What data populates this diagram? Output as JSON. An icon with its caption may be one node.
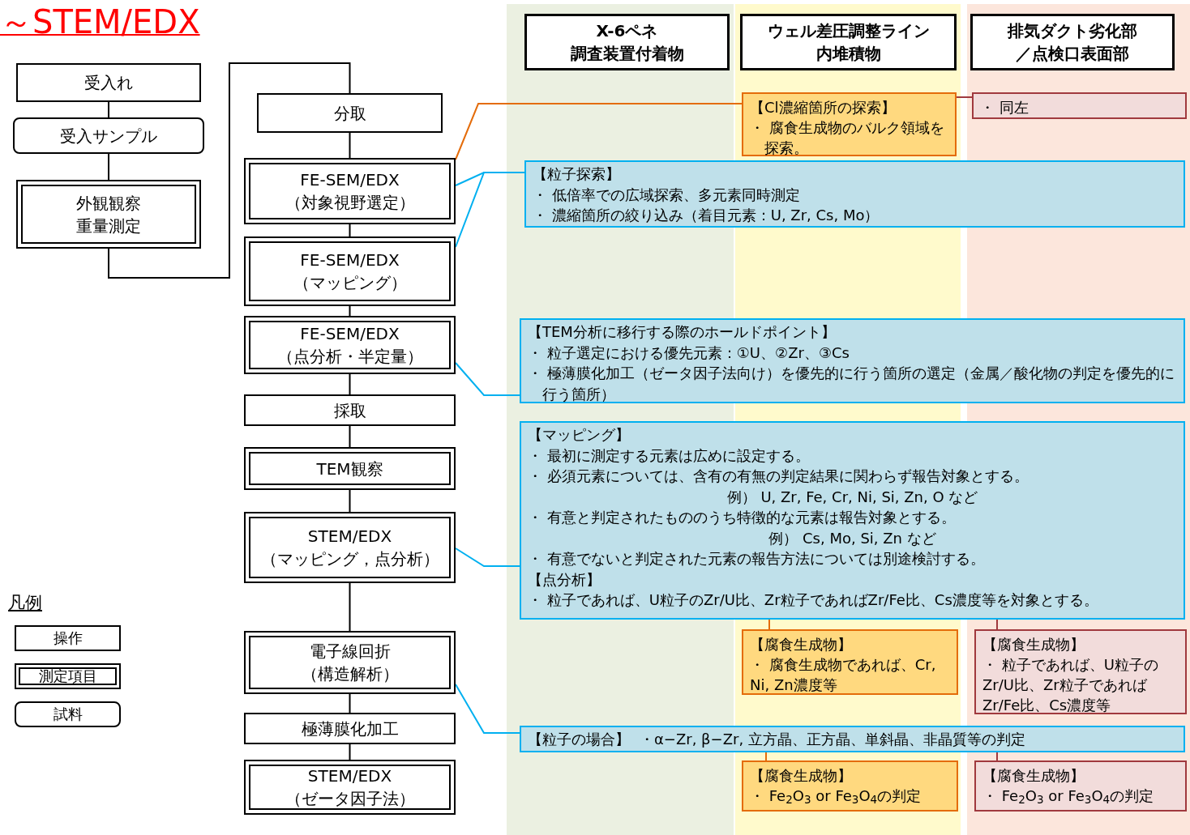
{
  "diagram": {
    "title": "～STEM/EDX",
    "nodes": [
      {
        "text": [
          "受入れ"
        ]
      },
      {
        "text": [
          "受入サンプル"
        ]
      },
      {
        "text": [
          "外観観察",
          "重量測定"
        ]
      },
      {
        "text": [
          "分取"
        ]
      },
      {
        "text": [
          "FE-SEM/EDX",
          "（対象視野選定）"
        ]
      },
      {
        "text": [
          "FE-SEM/EDX",
          "（マッピング）"
        ]
      },
      {
        "text": [
          "FE-SEM/EDX",
          "（点分析・半定量）"
        ]
      },
      {
        "text": [
          "採取"
        ]
      },
      {
        "text": [
          "TEM観察"
        ]
      },
      {
        "text": [
          "STEM/EDX",
          "（マッピング，点分析）"
        ]
      },
      {
        "text": [
          "電子線回折",
          "（構造解析）"
        ]
      },
      {
        "text": [
          "極薄膜化加工"
        ]
      },
      {
        "text": [
          "STEM/EDX",
          "（ゼータ因子法）"
        ]
      },
      {
        "text": [
          "X-6ペネ",
          "調査装置付着物"
        ]
      },
      {
        "text": [
          "ウェル差圧調整ライン",
          "内堆積物"
        ]
      },
      {
        "text": [
          "排気ダクト劣化部",
          "／点検口表面部"
        ]
      },
      {
        "text": [
          "【Cl濃縮箇所の探索】",
          "・ 腐食生成物のバルク領域を探索。"
        ]
      },
      {
        "text": [
          "・ 同左"
        ]
      },
      {
        "text": [
          "【粒子探索】",
          "・ 低倍率での広域探索、多元素同時測定",
          "・ 濃縮箇所の絞り込み（着目元素：U, Zr, Cs, Mo）"
        ]
      },
      {
        "text": [
          "【TEM分析に移行する際のホールドポイント】",
          "・ 粒子選定における優先元素：①U、②Zr、③Cs",
          "・ 極薄膜化加工（ゼータ因子法向け）を優先的に行う箇所の選定（金属／酸化物の判定を優先的に行う箇所）"
        ]
      },
      {
        "text": [
          "【マッピング】",
          "・ 最初に測定する元素は広めに設定する。",
          "・ 必須元素については、含有の有無の判定結果に関わらず報告対象とする。",
          "例） U, Zr, Fe, Cr, Ni, Si, Zn, O など",
          "・ 有意と判定されたもののうち特徴的な元素は報告対象とする。",
          "例） Cs, Mo, Si, Zn など",
          "・ 有意でないと判定された元素の報告方法については別途検討する。",
          "【点分析】",
          "・ 粒子であれば、U粒子のZr/U比、Zr粒子であればZr/Fe比、Cs濃度等を対象とする。"
        ]
      },
      {
        "text": [
          "【腐食生成物】",
          "・ 腐食生成物であれば、Cr, Ni, Zn濃度等"
        ]
      },
      {
        "text": [
          "【腐食生成物】",
          "・ 粒子であれば、U粒子のZr/U比、Zr粒子であればZr/Fe比、Cs濃度等"
        ]
      },
      {
        "text": [
          "【粒子の場合】",
          "・α−Zr, β−Zr, 立方晶、正方晶、単斜晶、非晶質等の判定"
        ]
      },
      {
        "text": [
          "【腐食生成物】",
          "・ Fe$_{2}$O$_{3}$ or Fe$_{3}$O$_{4}$の判定"
        ]
      },
      {
        "text": [
          "【腐食生成物】",
          "・ Fe$_{2}$O$_{3}$ or Fe$_{3}$O$_{4}$の判定"
        ]
      }
    ],
    "edges": [
      {
        "from": 0,
        "to": 1,
        "arrow": "none"
      },
      {
        "from": 1,
        "to": 2,
        "arrow": "none"
      },
      {
        "from": 2,
        "to": 3,
        "arrow": "none"
      },
      {
        "from": 3,
        "to": 4,
        "arrow": "none"
      },
      {
        "from": 4,
        "to": 5,
        "arrow": "none"
      },
      {
        "from": 5,
        "to": 6,
        "arrow": "none"
      },
      {
        "from": 6,
        "to": 7,
        "arrow": "none"
      },
      {
        "from": 7,
        "to": 8,
        "arrow": "none"
      },
      {
        "from": 8,
        "to": 9,
        "arrow": "none"
      },
      {
        "from": 9,
        "to": 10,
        "arrow": "none"
      },
      {
        "from": 10,
        "to": 11,
        "arrow": "none"
      },
      {
        "from": 11,
        "to": 12,
        "arrow": "none"
      },
      {
        "from": 4,
        "to": 16,
        "arrow": "none",
        "color": "#e46c0a"
      },
      {
        "from": 4,
        "to": 18,
        "arrow": "none",
        "color": "#00b0f0"
      },
      {
        "from": 5,
        "to": 18,
        "arrow": "none",
        "color": "#00b0f0"
      },
      {
        "from": 6,
        "to": 19,
        "arrow": "none",
        "color": "#00b0f0"
      },
      {
        "from": 9,
        "to": 20,
        "arrow": "none",
        "color": "#00b0f0"
      },
      {
        "from": 10,
        "to": 23,
        "arrow": "none",
        "color": "#00b0f0"
      },
      {
        "from": 16,
        "to": 17,
        "arrow": "none",
        "color": "#a0393e"
      },
      {
        "from": 20,
        "to": 21,
        "arrow": "none",
        "color": "#e46c0a"
      },
      {
        "from": 20,
        "to": 22,
        "arrow": "none",
        "color": "#a0393e"
      },
      {
        "from": 23,
        "to": 24,
        "arrow": "none",
        "color": "#e46c0a"
      },
      {
        "from": 23,
        "to": 25,
        "arrow": "none",
        "color": "#a0393e"
      }
    ],
    "labels": [
      "凡例"
    ],
    "legend": [
      {
        "text": "操作"
      },
      {
        "text": "測定項目"
      },
      {
        "text": "試料"
      }
    ]
  }
}
